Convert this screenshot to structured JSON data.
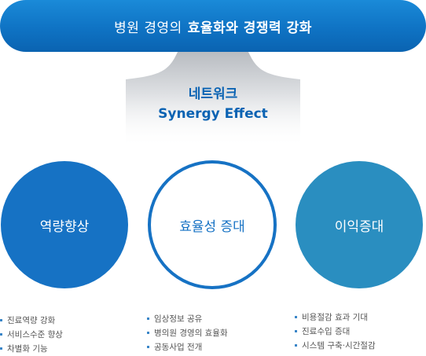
{
  "banner": {
    "text_normal": "병원 경영의",
    "text_bold": "효율화와 경쟁력 강화"
  },
  "network": {
    "line1": "네트워크",
    "line2": "Synergy Effect"
  },
  "circles": [
    {
      "label": "역량향상",
      "items": [
        "진료역량 강화",
        "서비스수준 향상",
        "차별화 기능"
      ]
    },
    {
      "label": "효율성 증대",
      "items": [
        "임상정보 공유",
        "병의원 경영의 효율화",
        "공동사업 전개"
      ]
    },
    {
      "label": "이익증대",
      "items": [
        "비용절감 효과 기대",
        "진료수입 증대",
        "시스템 구축·시간절감"
      ]
    }
  ],
  "colors": {
    "primary_blue": "#1672c4",
    "teal_blue": "#2a8ec0",
    "text_blue": "#0b63b3"
  }
}
